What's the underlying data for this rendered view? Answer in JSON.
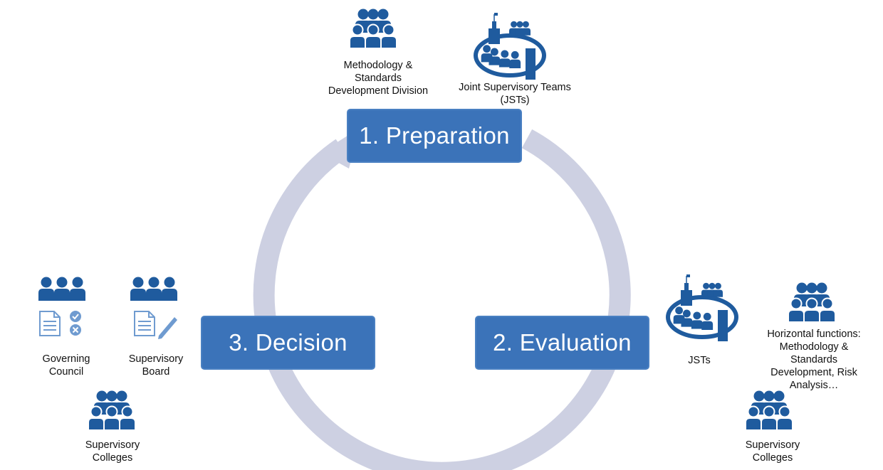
{
  "colors": {
    "ring": "#cdd0e2",
    "box": "#3b73b9",
    "icon": "#1f5b9e",
    "icon_light": "#6f9bd0"
  },
  "steps": {
    "preparation": "1. Preparation",
    "evaluation": "2. Evaluation",
    "decision": "3. Decision"
  },
  "labels": {
    "msdd": "Methodology  &\nStandards\nDevelopment  Division",
    "jsts_top": "Joint Supervisory Teams\n(JSTs)",
    "jsts_right": "JSTs",
    "horizontal": "Horizontal functions:\nMethodology  &\nStandards\nDevelopment, Risk\nAnalysis…",
    "colleges_right": "Supervisory\nColleges",
    "governing_council": "Governing\nCouncil",
    "supervisory_board": "Supervisory\nBoard",
    "colleges_left": "Supervisory\nColleges"
  },
  "icons": {
    "msdd": "people-group-icon",
    "jsts_top": "jst-team-building-icon",
    "jsts_right": "jst-team-building-icon",
    "horizontal": "people-group-icon",
    "colleges_right": "people-group-icon",
    "governing_council": "three-people-icon",
    "gc_doc": "document-approve-reject-icon",
    "supervisory_board": "three-people-icon",
    "sb_doc": "document-edit-icon",
    "colleges_left": "people-group-icon"
  }
}
